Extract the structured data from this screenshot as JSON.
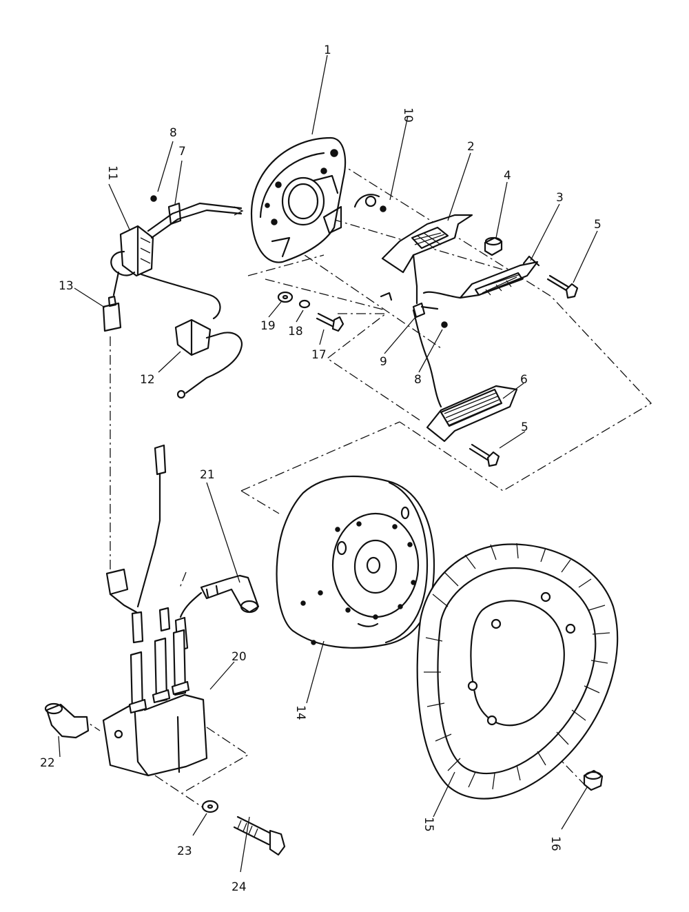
{
  "callouts": {
    "c1": "1",
    "c2": "2",
    "c3": "3",
    "c4": "4",
    "c5a": "5",
    "c5b": "5",
    "c6": "6",
    "c7": "7",
    "c8a": "8",
    "c8b": "8",
    "c9": "9",
    "c10": "10",
    "c11": "11",
    "c12": "12",
    "c13": "13",
    "c14": "14",
    "c15": "15",
    "c16": "16",
    "c17": "17",
    "c18": "18",
    "c19": "19",
    "c20": "20",
    "c21": "21",
    "c22": "22",
    "c23": "23",
    "c24": "24"
  }
}
